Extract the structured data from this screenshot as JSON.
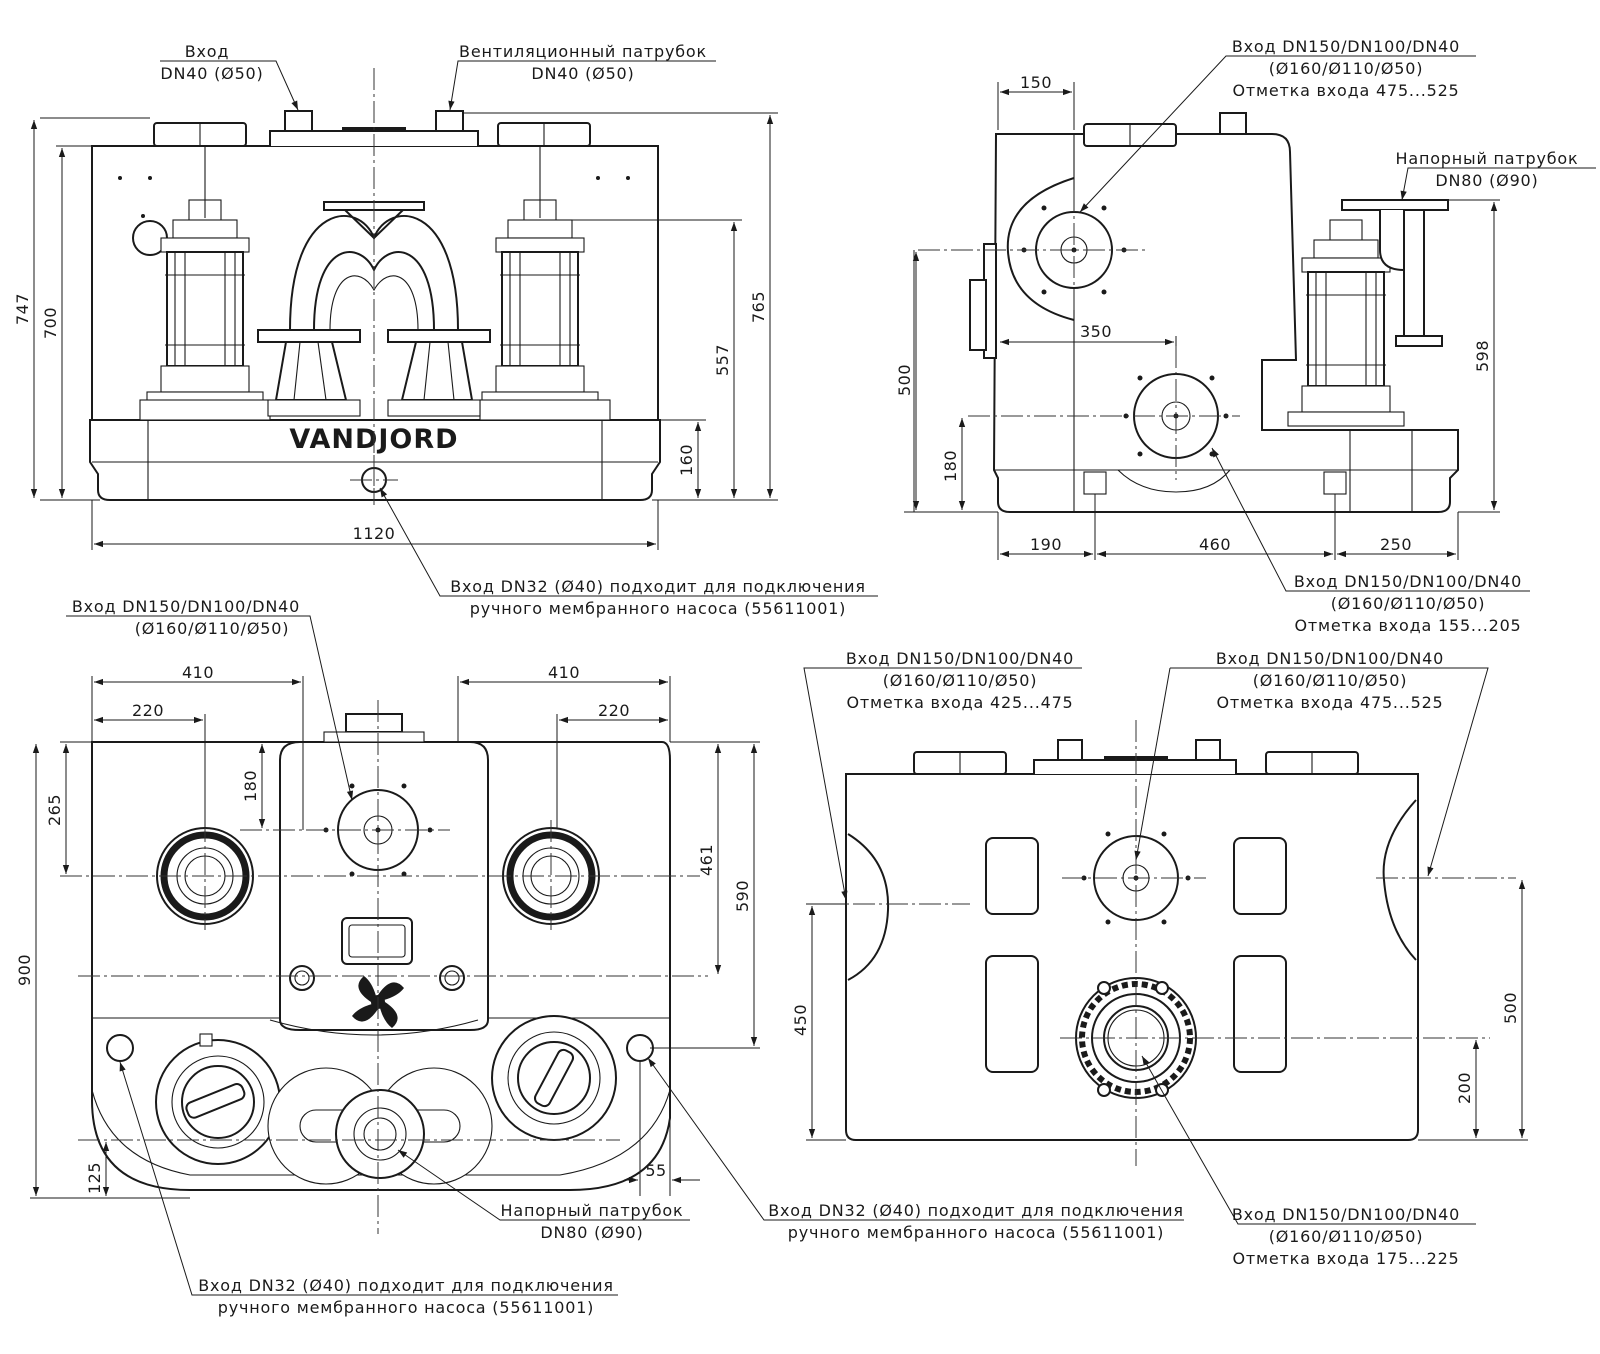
{
  "brand": "VANDJORD",
  "colors": {
    "line": "#1a1a1a",
    "background": "#ffffff"
  },
  "dimensions": {
    "front": {
      "d747": "747",
      "d700": "700",
      "d765": "765",
      "d557": "557",
      "d160": "160",
      "d1120": "1120"
    },
    "side": {
      "d150": "150",
      "d350": "350",
      "d500": "500",
      "d180": "180",
      "d598": "598",
      "d190": "190",
      "d460": "460",
      "d250": "250"
    },
    "top": {
      "d410a": "410",
      "d410b": "410",
      "d220a": "220",
      "d220b": "220",
      "d265": "265",
      "d180": "180",
      "d461": "461",
      "d590": "590",
      "d900": "900",
      "d125": "125",
      "d55": "55"
    },
    "rear": {
      "d450": "450",
      "d500": "500",
      "d200": "200"
    }
  },
  "callouts": {
    "inlet_dn40": [
      "Вход",
      "DN40 (Ø50)"
    ],
    "vent": [
      "Вентиляционный патрубок",
      "DN40 (Ø50)"
    ],
    "side_inlet_top": [
      "Вход DN150/DN100/DN40",
      "(Ø160/Ø110/Ø50)",
      "Отметка входа 475...525"
    ],
    "side_discharge": [
      "Напорный патрубок",
      "DN80 (Ø90)"
    ],
    "front_dn32": [
      "Вход DN32 (Ø40) подходит для подключения",
      "ручного мембранного насоса (55611001)"
    ],
    "side_inlet_bottom": [
      "Вход DN150/DN100/DN40",
      "(Ø160/Ø110/Ø50)",
      "Отметка входа 155...205"
    ],
    "top_inlet": [
      "Вход DN150/DN100/DN40",
      "(Ø160/Ø110/Ø50)"
    ],
    "rear_inlet_left": [
      "Вход DN150/DN100/DN40",
      "(Ø160/Ø110/Ø50)",
      "Отметка входа 425...475"
    ],
    "rear_inlet_right": [
      "Вход DN150/DN100/DN40",
      "(Ø160/Ø110/Ø50)",
      "Отметка входа 475...525"
    ],
    "top_discharge": [
      "Напорный патрубок",
      "DN80 (Ø90)"
    ],
    "top_dn32_right": [
      "Вход DN32 (Ø40) подходит для подключения",
      "ручного мембранного насоса (55611001)"
    ],
    "rear_inlet_bottom": [
      "Вход DN150/DN100/DN40",
      "(Ø160/Ø110/Ø50)",
      "Отметка входа 175...225"
    ],
    "top_dn32_left": [
      "Вход DN32 (Ø40) подходит для подключения",
      "ручного мембранного насоса (55611001)"
    ]
  }
}
